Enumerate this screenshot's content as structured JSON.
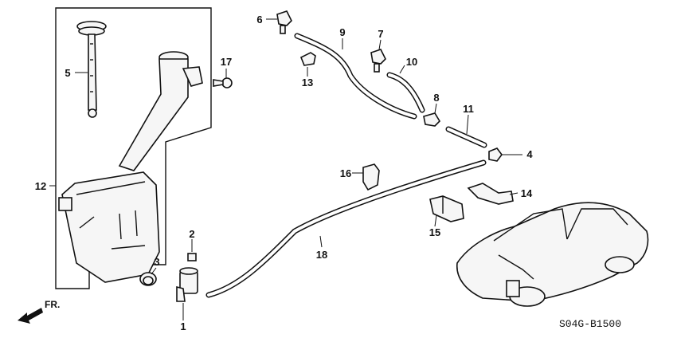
{
  "diagram": {
    "callouts": {
      "p1": "1",
      "p2": "2",
      "p3": "3",
      "p4": "4",
      "p5": "5",
      "p6": "6",
      "p7": "7",
      "p8": "8",
      "p9": "9",
      "p10": "10",
      "p11": "11",
      "p12": "12",
      "p13": "13",
      "p14": "14",
      "p15": "15",
      "p16": "16",
      "p17": "17",
      "p18": "18"
    },
    "front_label": "FR.",
    "drawing_code": "S04G-B1500"
  }
}
